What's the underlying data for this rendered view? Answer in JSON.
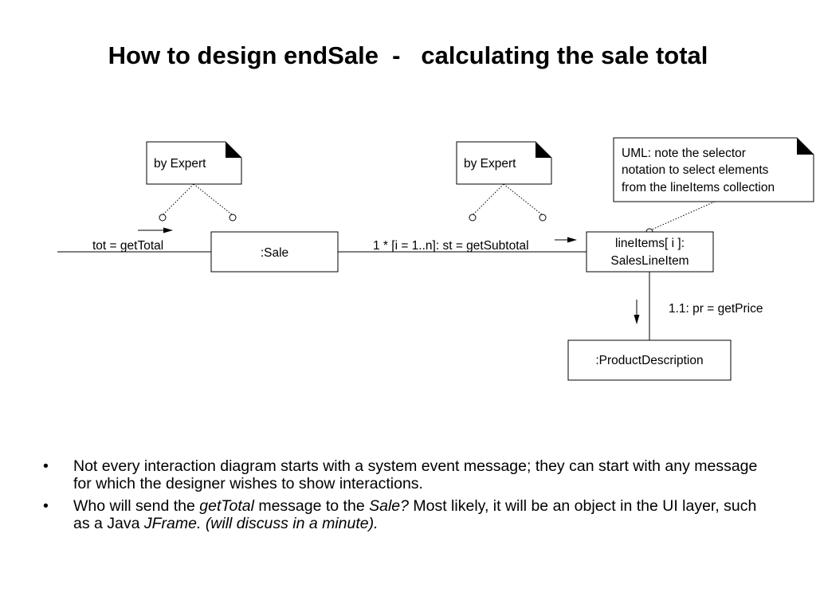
{
  "title": "How to design endSale  -   calculating the sale total",
  "diagram": {
    "notes": {
      "note1": "by Expert",
      "note2": "by Expert",
      "note3": [
        "UML: note the selector",
        "notation to select elements",
        "from the lineItems collection"
      ]
    },
    "objects": {
      "sale": ":Sale",
      "line_item": [
        "lineItems[ i ]:",
        "SalesLineItem"
      ],
      "product_description": ":ProductDescription"
    },
    "messages": {
      "get_total": "tot = getTotal",
      "get_subtotal": "1 * [i = 1..n]: st = getSubtotal",
      "get_price": "1.1: pr = getPrice"
    }
  },
  "bullets": [
    {
      "marker": "•",
      "segments": [
        {
          "text": "Not every interaction diagram starts with a system event message; they can start with any message for which the designer wishes to show interactions.",
          "italic": false
        }
      ]
    },
    {
      "marker": "•",
      "segments": [
        {
          "text": "Who will send the ",
          "italic": false
        },
        {
          "text": "getTotal",
          "italic": true
        },
        {
          "text": " message to the ",
          "italic": false
        },
        {
          "text": "Sale?",
          "italic": true
        },
        {
          "text": " Most likely, it will be an object in the UI layer, such as a Java ",
          "italic": false
        },
        {
          "text": "JFrame. (will discuss in a minute).",
          "italic": true
        }
      ]
    }
  ]
}
